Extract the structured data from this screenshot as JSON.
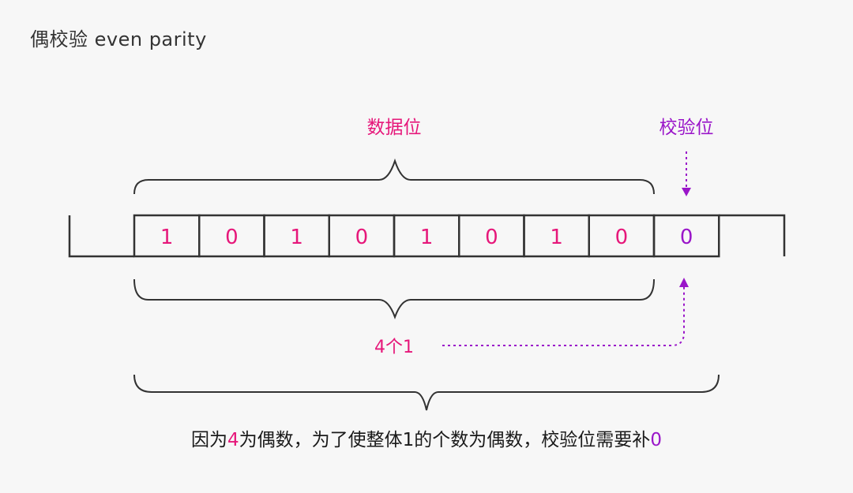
{
  "title": "偶校验 even parity",
  "labels": {
    "data_bits": "数据位",
    "parity_bit": "校验位",
    "ones_count": "4个1"
  },
  "bits": {
    "data": [
      "1",
      "0",
      "1",
      "0",
      "1",
      "0",
      "1",
      "0"
    ],
    "parity": "0"
  },
  "conclusion": {
    "part1": "因为",
    "highlight_count": "4",
    "part2": "为偶数，为了使整体1的个数为偶数，校验位需要补",
    "highlight_parity": "0"
  },
  "colors": {
    "data_accent": "#e6177a",
    "parity_accent": "#9a16c9",
    "line": "#333333"
  }
}
